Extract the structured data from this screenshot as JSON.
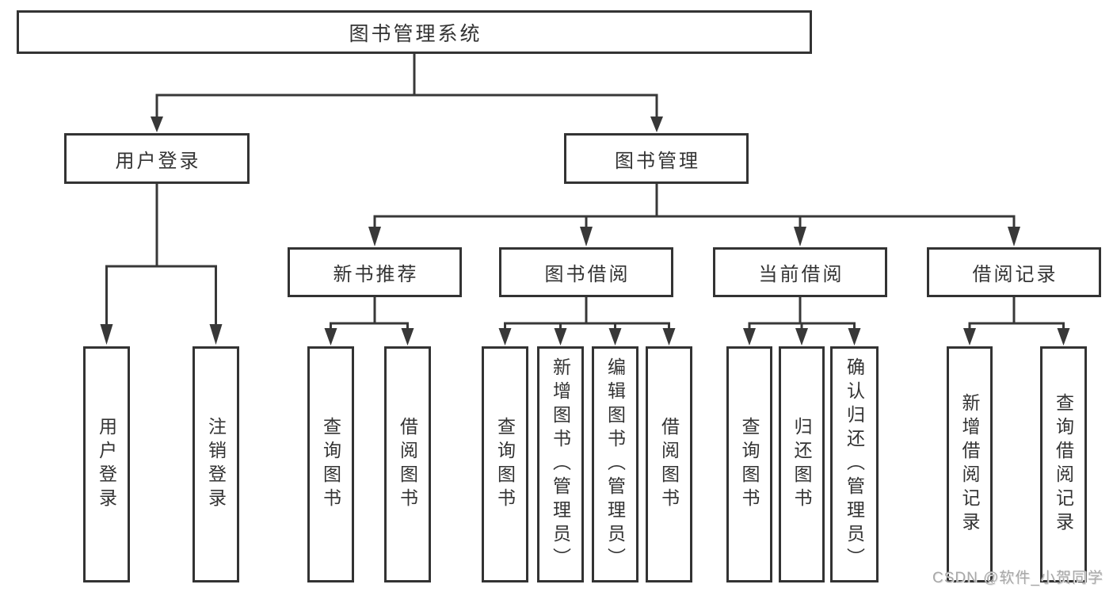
{
  "diagram_title": "图书管理系统",
  "colors": {
    "line": "#383838",
    "box_border": "#333333",
    "text": "#333333",
    "watermark": "#a8a8a8"
  },
  "tree": {
    "root": {
      "label": "图书管理系统",
      "children": [
        {
          "label": "用户登录",
          "children": [
            {
              "label": "用户登录"
            },
            {
              "label": "注销登录"
            }
          ]
        },
        {
          "label": "图书管理",
          "children": [
            {
              "label": "新书推荐",
              "children": [
                {
                  "label": "查询图书"
                },
                {
                  "label": "借阅图书"
                }
              ]
            },
            {
              "label": "图书借阅",
              "children": [
                {
                  "label": "查询图书"
                },
                {
                  "label": "新增图书（管理员）"
                },
                {
                  "label": "编辑图书（管理员）"
                },
                {
                  "label": "借阅图书"
                }
              ]
            },
            {
              "label": "当前借阅",
              "children": [
                {
                  "label": "查询图书"
                },
                {
                  "label": "归还图书"
                },
                {
                  "label": "确认归还（管理员）"
                }
              ]
            },
            {
              "label": "借阅记录",
              "children": [
                {
                  "label": "新增借阅记录"
                },
                {
                  "label": "查询借阅记录"
                }
              ]
            }
          ]
        }
      ]
    }
  },
  "watermark": {
    "text": "CSDN @软件_小贺同学"
  }
}
